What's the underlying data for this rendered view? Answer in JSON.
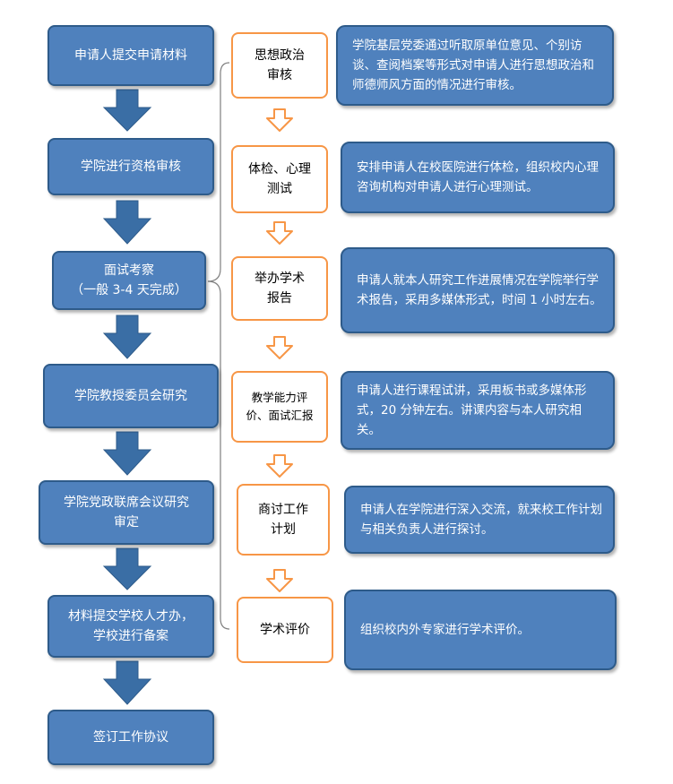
{
  "left_steps": [
    {
      "label": "申请人提交申请材料"
    },
    {
      "label": "学院进行资格审核"
    },
    {
      "label": "面试考察\n（一般 3-4 天完成）"
    },
    {
      "label": "学院教授委员会研究"
    },
    {
      "label": "学院党政联席会议研究\n审定"
    },
    {
      "label": "材料提交学校人才办，\n学校进行备案"
    },
    {
      "label": "签订工作协议"
    }
  ],
  "interview_steps": [
    {
      "label": "思想政治\n审核"
    },
    {
      "label": "体检、心理\n测试"
    },
    {
      "label": "举办学术\n报告"
    },
    {
      "label": "教学能力评\n价、面试汇报"
    },
    {
      "label": "商讨工作\n计划"
    },
    {
      "label": "学术评价"
    }
  ],
  "descriptions": [
    {
      "text": "学院基层党委通过听取原单位意见、个别访谈、查阅档案等形式对申请人进行思想政治和师德师风方面的情况进行审核。"
    },
    {
      "text": "安排申请人在校医院进行体检，组织校内心理咨询机构对申请人进行心理测试。"
    },
    {
      "text": "申请人就本人研究工作进展情况在学院举行学术报告，采用多媒体形式，时间 1 小时左右。"
    },
    {
      "text": "申请人进行课程试讲，采用板书或多媒体形式，20 分钟左右。讲课内容与本人研究相关。"
    },
    {
      "text": "申请人在学院进行深入交流，就来校工作计划与相关负责人进行探讨。"
    },
    {
      "text": "组织校内外专家进行学术评价。"
    }
  ],
  "colors": {
    "box_fill": "#4f81bd",
    "box_border": "#2e5b8a",
    "arrow_fill": "#3a6ea5",
    "orange_border": "#f79646",
    "bracket": "#7f7f7f"
  },
  "icons": {
    "down_arrow": "block-down-arrow",
    "small_down_arrow": "outline-down-arrow"
  }
}
